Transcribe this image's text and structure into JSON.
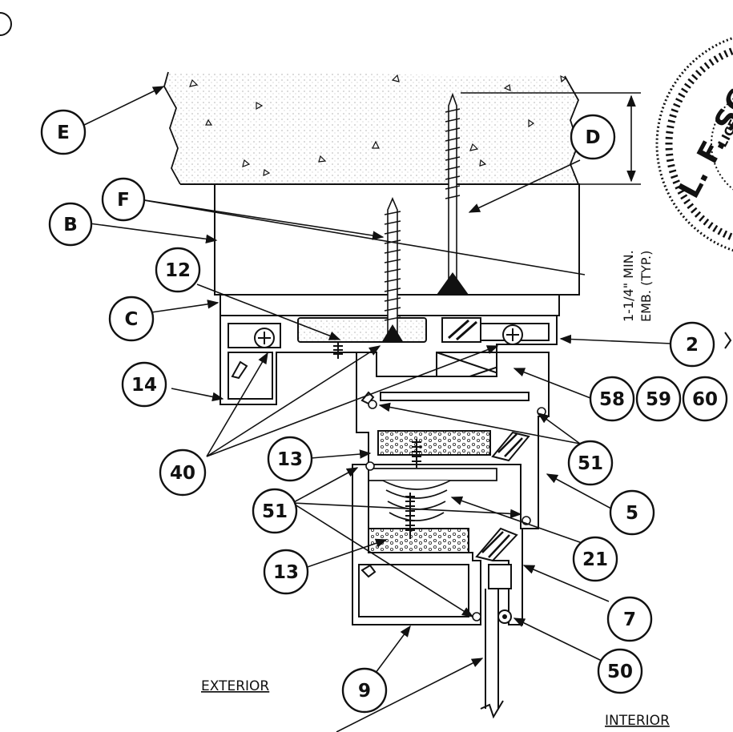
{
  "callouts": {
    "E": "E",
    "F": "F",
    "B": "B",
    "C": "C",
    "D": "D",
    "n12": "12",
    "n14": "14",
    "n40": "40",
    "n13a": "13",
    "n13b": "13",
    "n51a": "51",
    "n51b": "51",
    "n2": "2",
    "n58": "58",
    "n59": "59",
    "n60": "60",
    "n5": "5",
    "n21": "21",
    "n7": "7",
    "n50": "50",
    "n9": "9"
  },
  "dimension": {
    "line1": "1-1/4\" MIN.",
    "line2": "EMB. (TYP.)"
  },
  "labels": {
    "exterior": "EXTERIOR",
    "interior": "INTERIOR"
  },
  "stamp": {
    "name": "L. F. SCHMIDT",
    "word": "LICENSE"
  }
}
